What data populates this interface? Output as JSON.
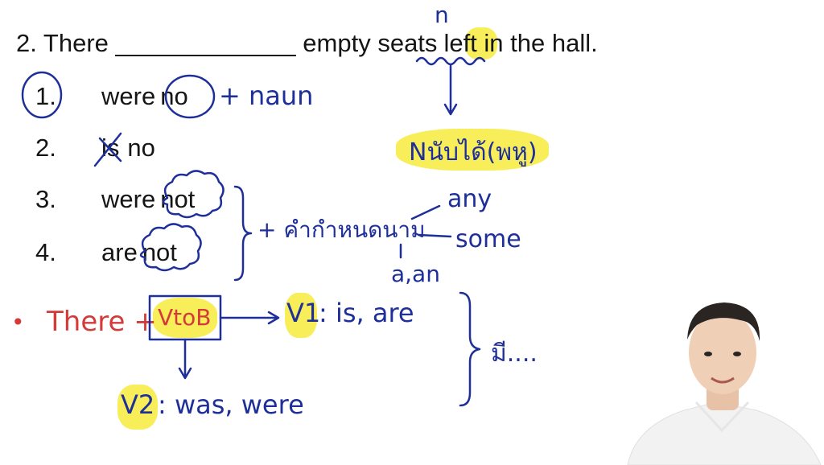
{
  "question": {
    "prefix": "2. There",
    "blank": "_____________",
    "suffix_a": "empty",
    "seats": "seats",
    "suffix_b": "left in the hall."
  },
  "options": [
    {
      "number": "1.",
      "pre": "were",
      "word": "no"
    },
    {
      "number": "2.",
      "pre": "is",
      "word": "no"
    },
    {
      "number": "3.",
      "pre": "were",
      "word": "not"
    },
    {
      "number": "4.",
      "pre": "are",
      "word": "not"
    }
  ],
  "notes": {
    "n_mark": "n",
    "plus_noun": "+ naun",
    "countable": "Nนับได้(พหู)",
    "plus_undetermined": "+ คำกำหนดนาม",
    "any": "any",
    "some": "some",
    "a_an": "a,an",
    "there_plus": "There +",
    "v_to_be": "VtoB",
    "v1_label": "V1",
    "v1_forms": ": is, are",
    "v2_label": "V2",
    "v2_forms": ": was, were",
    "meaning": "มี....",
    "bullet": "•"
  },
  "colors": {
    "ink_blue": "#1f2f9a",
    "ink_red": "#d43a3a",
    "highlight": "#f6ec47",
    "text": "#151515"
  }
}
